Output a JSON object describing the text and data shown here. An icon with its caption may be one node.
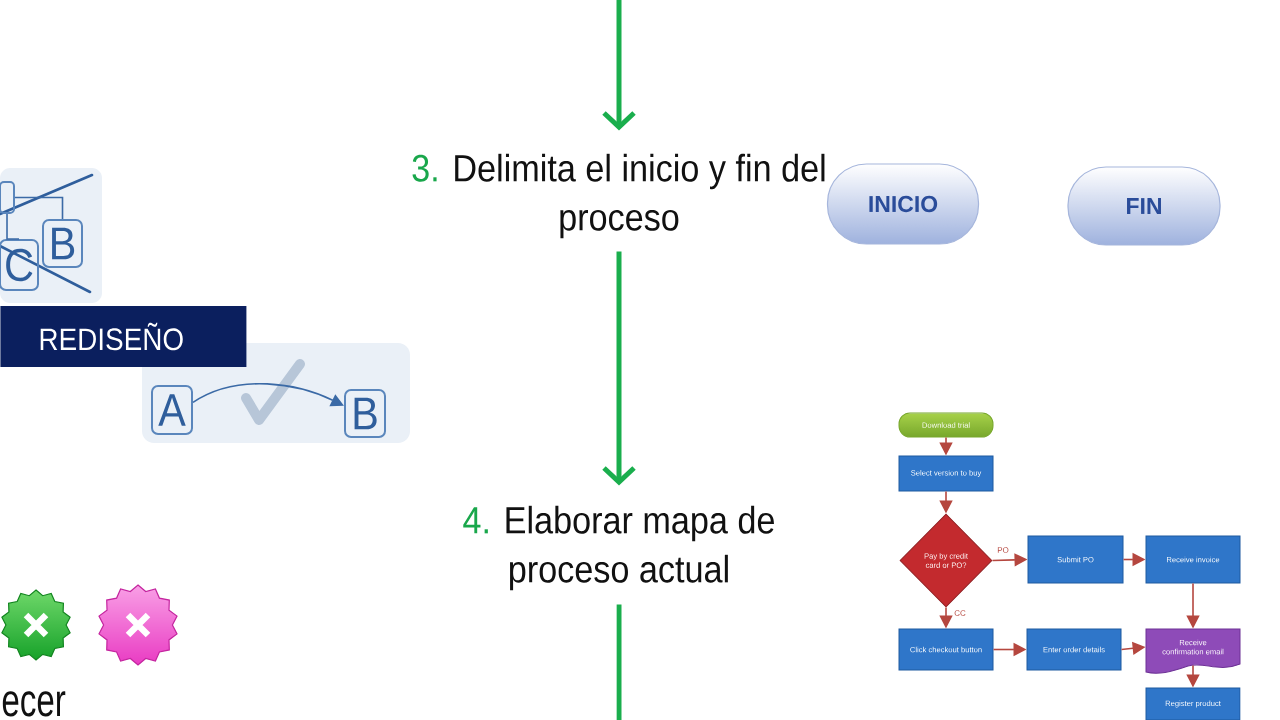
{
  "diagram": {
    "nodes": [
      {
        "text": [
          "3.",
          "Delimita el inicio y fin del proceso"
        ]
      },
      {
        "text": [
          "4.",
          "Elaborar mapa de proceso actual"
        ]
      },
      {
        "text": [
          "INICIO"
        ]
      },
      {
        "text": [
          "FIN"
        ]
      },
      {
        "text": [
          "REDISEÑO"
        ]
      },
      {
        "text": [],
        "shape": "box"
      },
      {
        "text": [
          "C"
        ]
      },
      {
        "text": [
          "B"
        ]
      },
      {
        "text": [
          "A"
        ]
      },
      {
        "text": [
          "B"
        ]
      },
      {
        "text": [
          "Download trial"
        ]
      },
      {
        "text": [
          "Select version to buy"
        ]
      },
      {
        "text": [
          "Pay by credit card or PO?"
        ]
      },
      {
        "text": [
          "Submit PO"
        ]
      },
      {
        "text": [
          "Receive invoice"
        ]
      },
      {
        "text": [
          "Click checkout button"
        ]
      },
      {
        "text": [
          "Enter order details"
        ]
      },
      {
        "text": [
          "Receive confirmation email"
        ]
      },
      {
        "text": [
          "Register product"
        ]
      }
    ],
    "edges": [
      {
        "from": null,
        "to": 0,
        "arrow": "to",
        "style": "thick",
        "color": "#1aae4d"
      },
      {
        "from": 0,
        "to": 1,
        "arrow": "to",
        "style": "thick",
        "color": "#1aae4d"
      },
      {
        "from": 1,
        "to": null,
        "arrow": "none",
        "style": "thick",
        "color": "#1aae4d"
      },
      {
        "from": 5,
        "to": 6,
        "arrow": "none",
        "color": "#3b6aa6"
      },
      {
        "from": 5,
        "to": 7,
        "arrow": "none",
        "color": "#3b6aa6"
      },
      {
        "from": 8,
        "to": 9,
        "arrow": "to",
        "color": "#3b6aa6"
      },
      {
        "from": 10,
        "to": 11,
        "arrow": "to"
      },
      {
        "from": 11,
        "to": 12,
        "arrow": "to"
      },
      {
        "from": 12,
        "to": 13,
        "arrow": "to",
        "label": "PO"
      },
      {
        "from": 13,
        "to": 14,
        "arrow": "to"
      },
      {
        "from": 14,
        "to": 17,
        "arrow": "to"
      },
      {
        "from": 12,
        "to": 15,
        "arrow": "to",
        "label": "CC"
      },
      {
        "from": 15,
        "to": 16,
        "arrow": "to"
      },
      {
        "from": 16,
        "to": 17,
        "arrow": "to"
      },
      {
        "from": 17,
        "to": 18,
        "arrow": "to"
      }
    ],
    "labels": [
      "ecer"
    ]
  }
}
